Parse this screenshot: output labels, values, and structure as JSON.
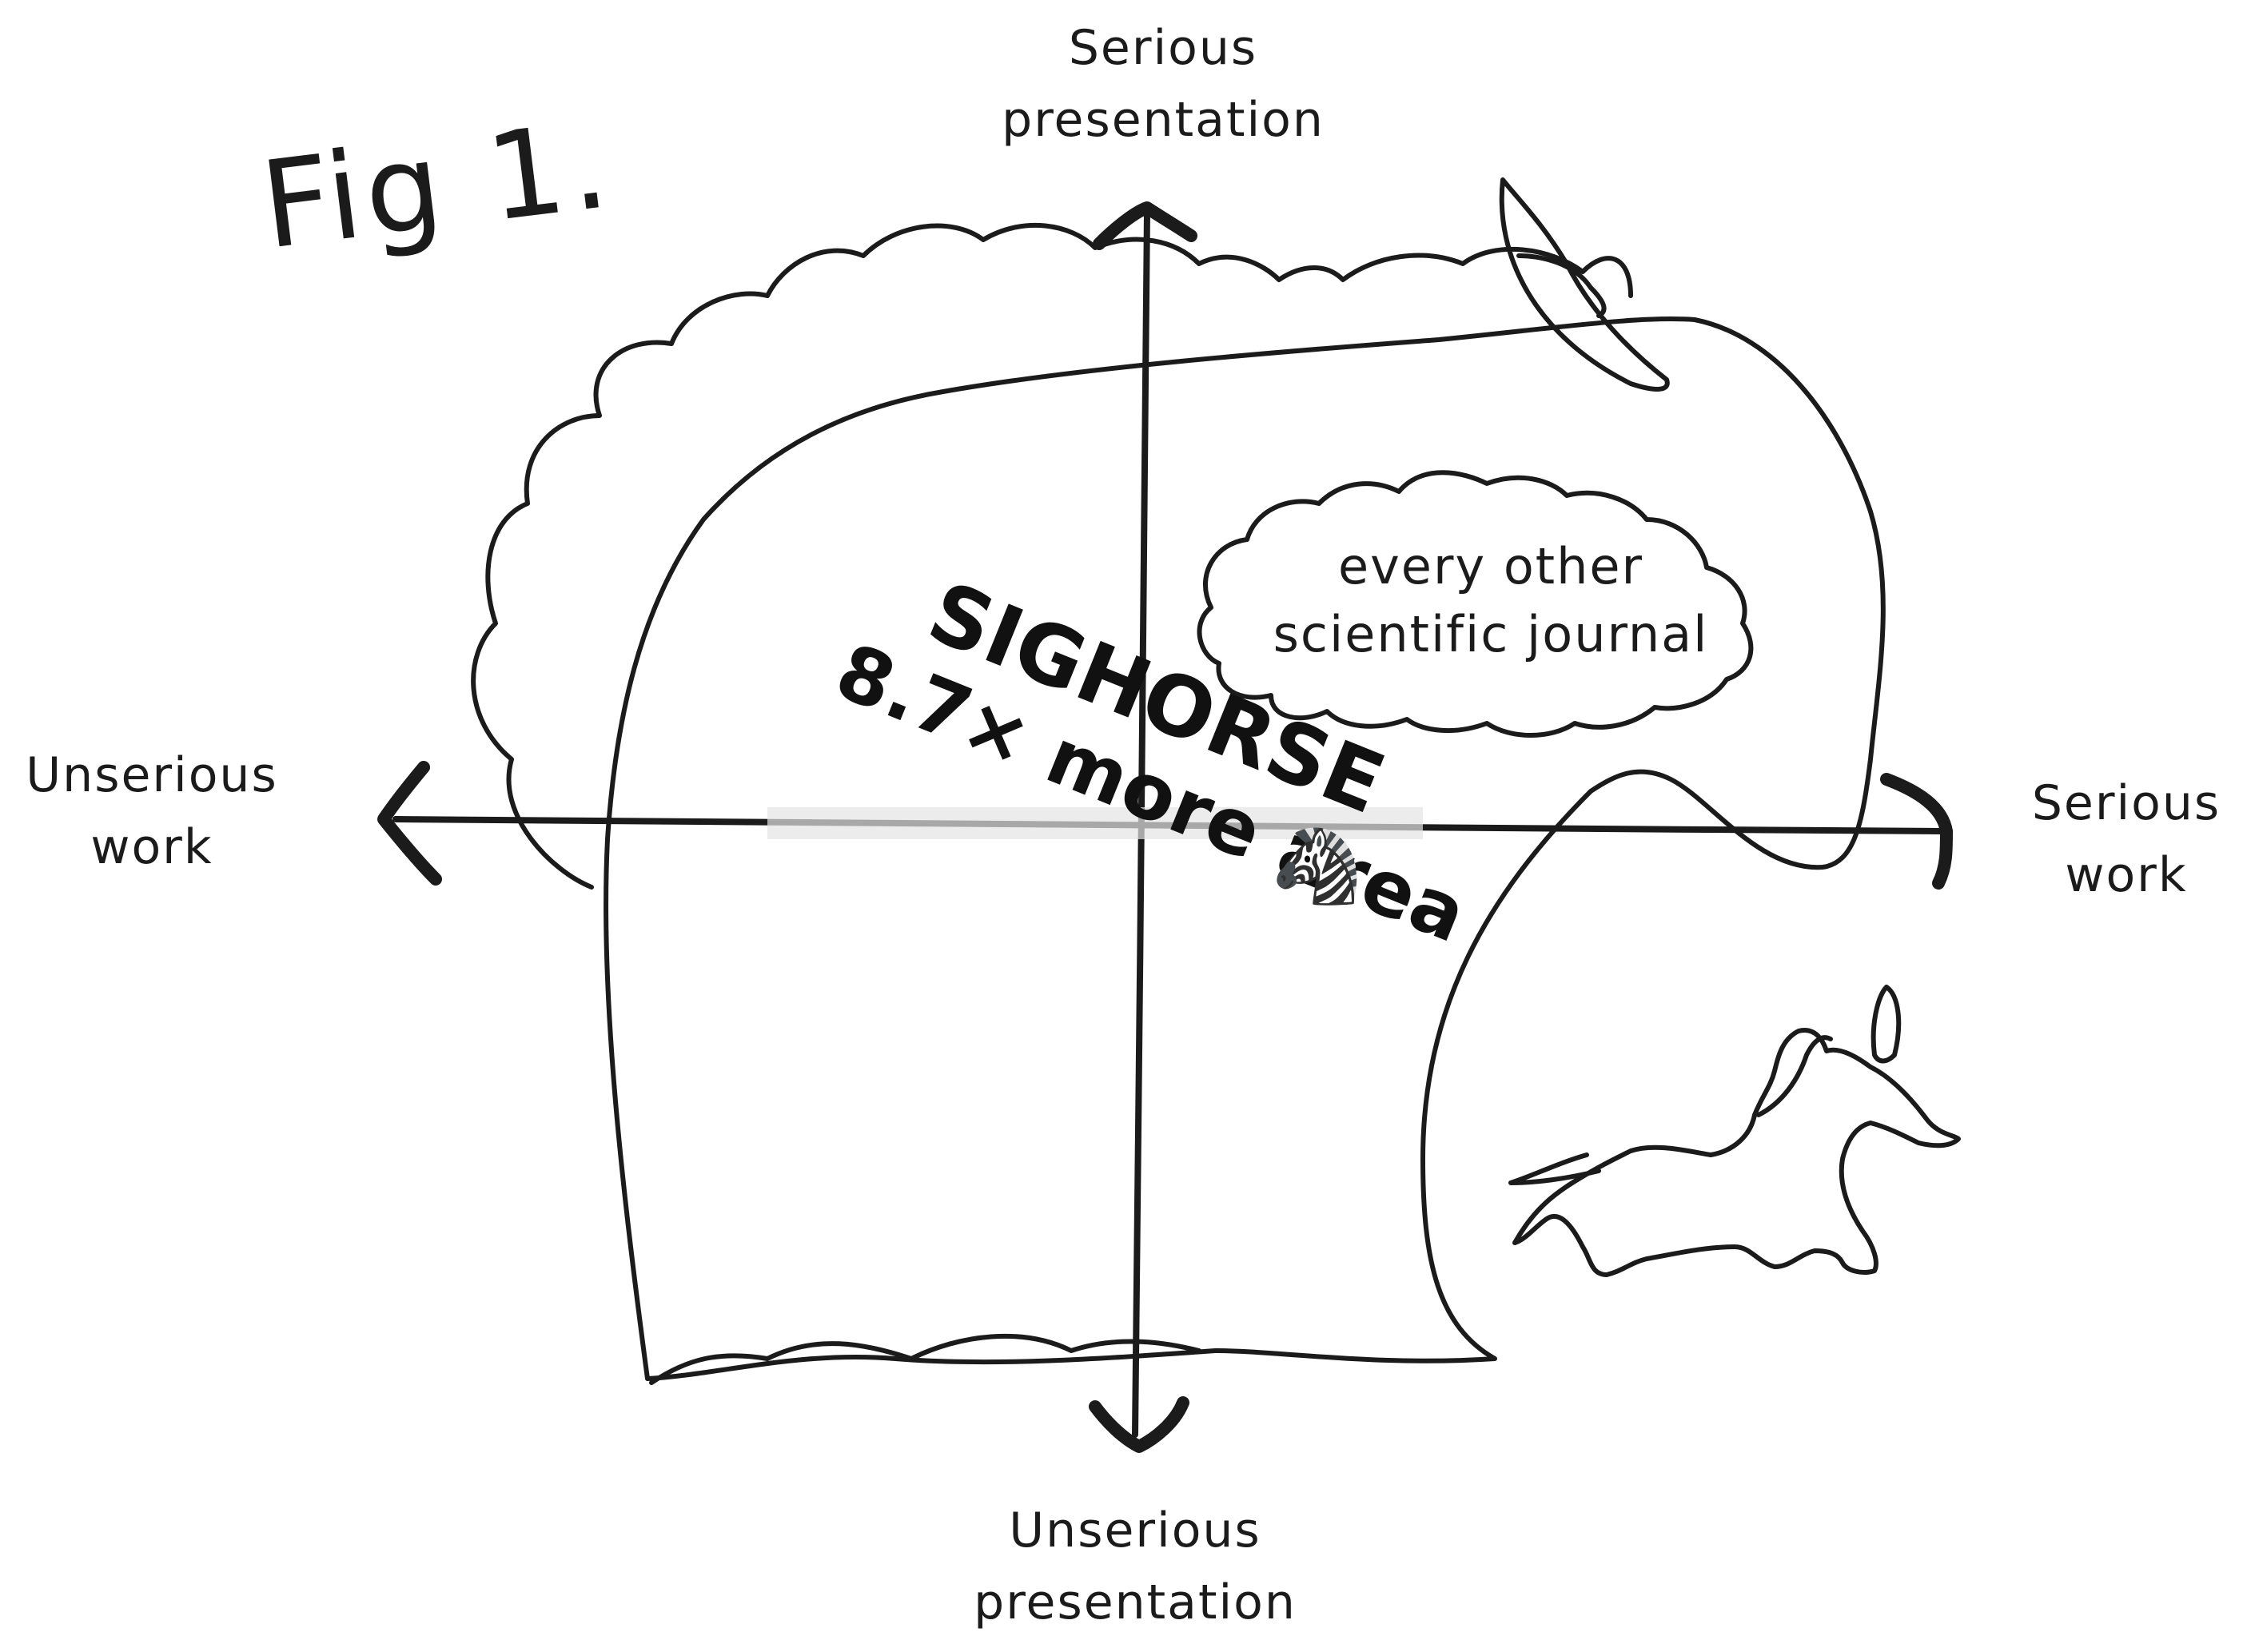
{
  "figure": {
    "title": "Fig 1.",
    "axes": {
      "top": [
        "Serious",
        "presentation"
      ],
      "bottom": [
        "Unserious",
        "presentation"
      ],
      "left": [
        "Unserious",
        "work"
      ],
      "right": [
        "Serious",
        "work"
      ]
    },
    "cloud_label": [
      "every other",
      "scientific journal"
    ],
    "sighorse_label": [
      "SIGHORSE",
      "8.7× more area"
    ],
    "emoji": "🦓"
  }
}
